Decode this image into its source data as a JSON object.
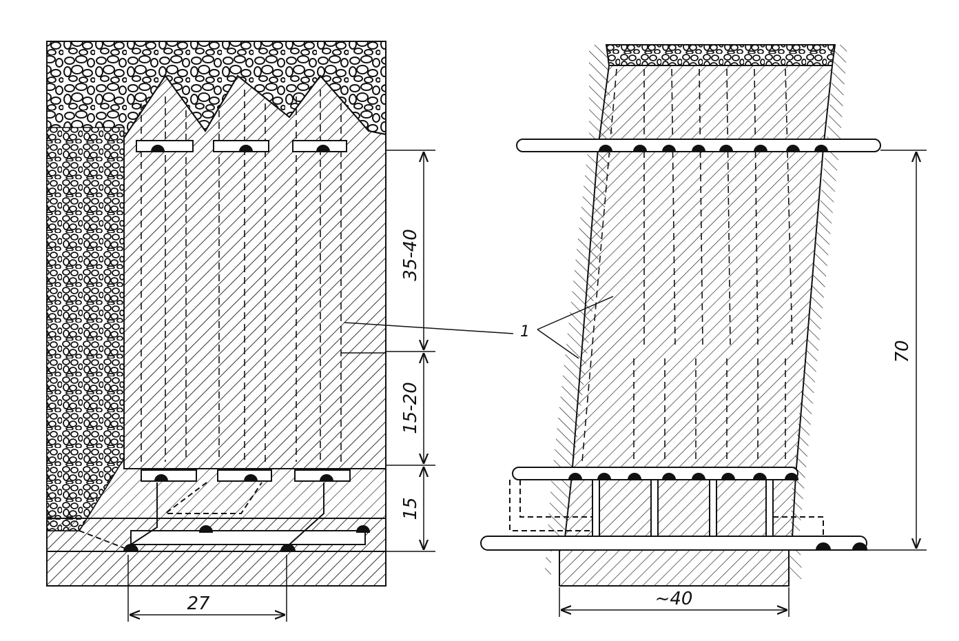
{
  "figure": {
    "dimensions": {
      "left_upper_height": "35-40",
      "left_middle_height": "15-20",
      "left_lower_height": "15",
      "left_spacing": "27",
      "right_total_height": "70",
      "right_width": "~40"
    },
    "callout_label": "1"
  }
}
